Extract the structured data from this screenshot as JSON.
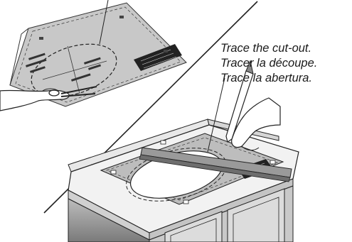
{
  "captions": {
    "en": "Trace the cut-out.",
    "fr": "Tracer la découpe.",
    "es": "Trace la abertura."
  }
}
